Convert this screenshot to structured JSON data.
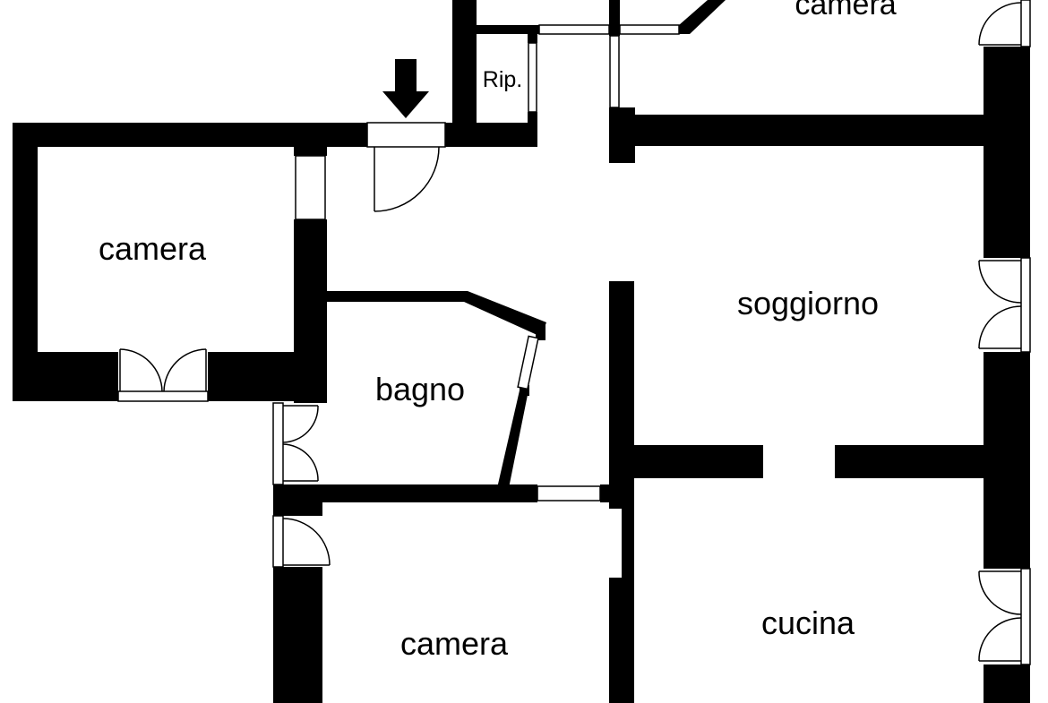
{
  "rooms": {
    "camera_top": "camera",
    "rip": "Rip.",
    "camera_left": "camera",
    "soggiorno": "soggiorno",
    "bagno": "bagno",
    "camera_bottom": "camera",
    "cucina": "cucina"
  },
  "icons": {
    "entrance": "arrow-down-icon"
  },
  "colors": {
    "wall": "#000000",
    "background": "#ffffff"
  }
}
